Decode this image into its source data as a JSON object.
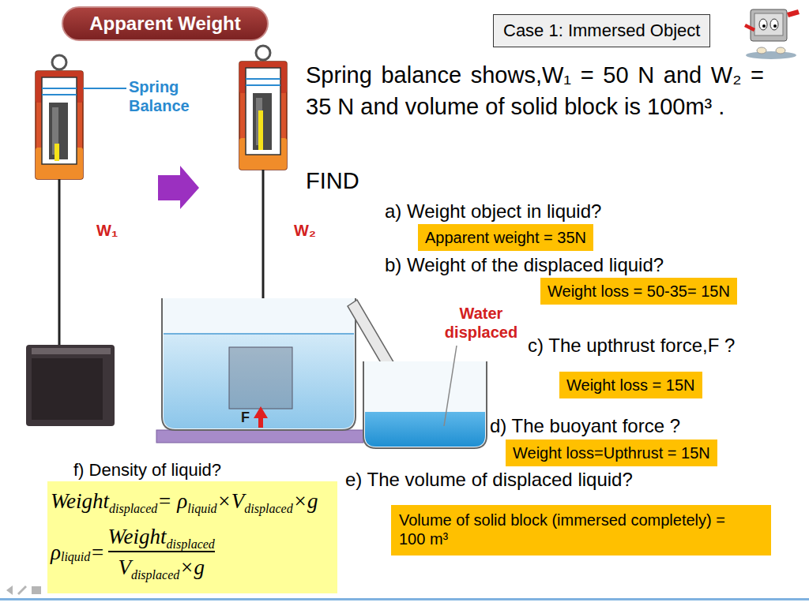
{
  "diagram": {
    "title": "Apparent Weight",
    "nodes": [
      {
        "text": [
          "Case 1: Immersed Object"
        ]
      },
      {
        "text": [
          "Apparent weight = 35N"
        ]
      },
      {
        "text": [
          "Weight loss = 50-35= 15N"
        ]
      },
      {
        "text": [
          "Weight loss = 15N"
        ]
      },
      {
        "text": [
          "Weight loss=Upthrust = 15N"
        ]
      },
      {
        "text": [
          "Weight",
          "displaced",
          "= ρ",
          "liquid",
          "×V",
          "displaced",
          "×g",
          "ρ",
          "liquid",
          "=",
          "Weight",
          "displaced",
          "V",
          "displaced",
          "×g"
        ]
      },
      {
        "text": [
          "Volume of solid block (immersed completely) = 100 m³"
        ]
      }
    ],
    "labels": [
      "Spring balance shows,W₁ = 50 N and W₂ = 35 N and volume of solid block is 100m³ .",
      "Spring Balance",
      "FIND",
      "a) Weight object in liquid?",
      "W₁",
      "W₂",
      "b) Weight of the displaced liquid?",
      "Water displaced",
      "c) The upthrust force,F ?",
      "F",
      "d) The buoyant force ?",
      "f) Density of liquid?",
      "e) The volume of displaced liquid?"
    ]
  }
}
